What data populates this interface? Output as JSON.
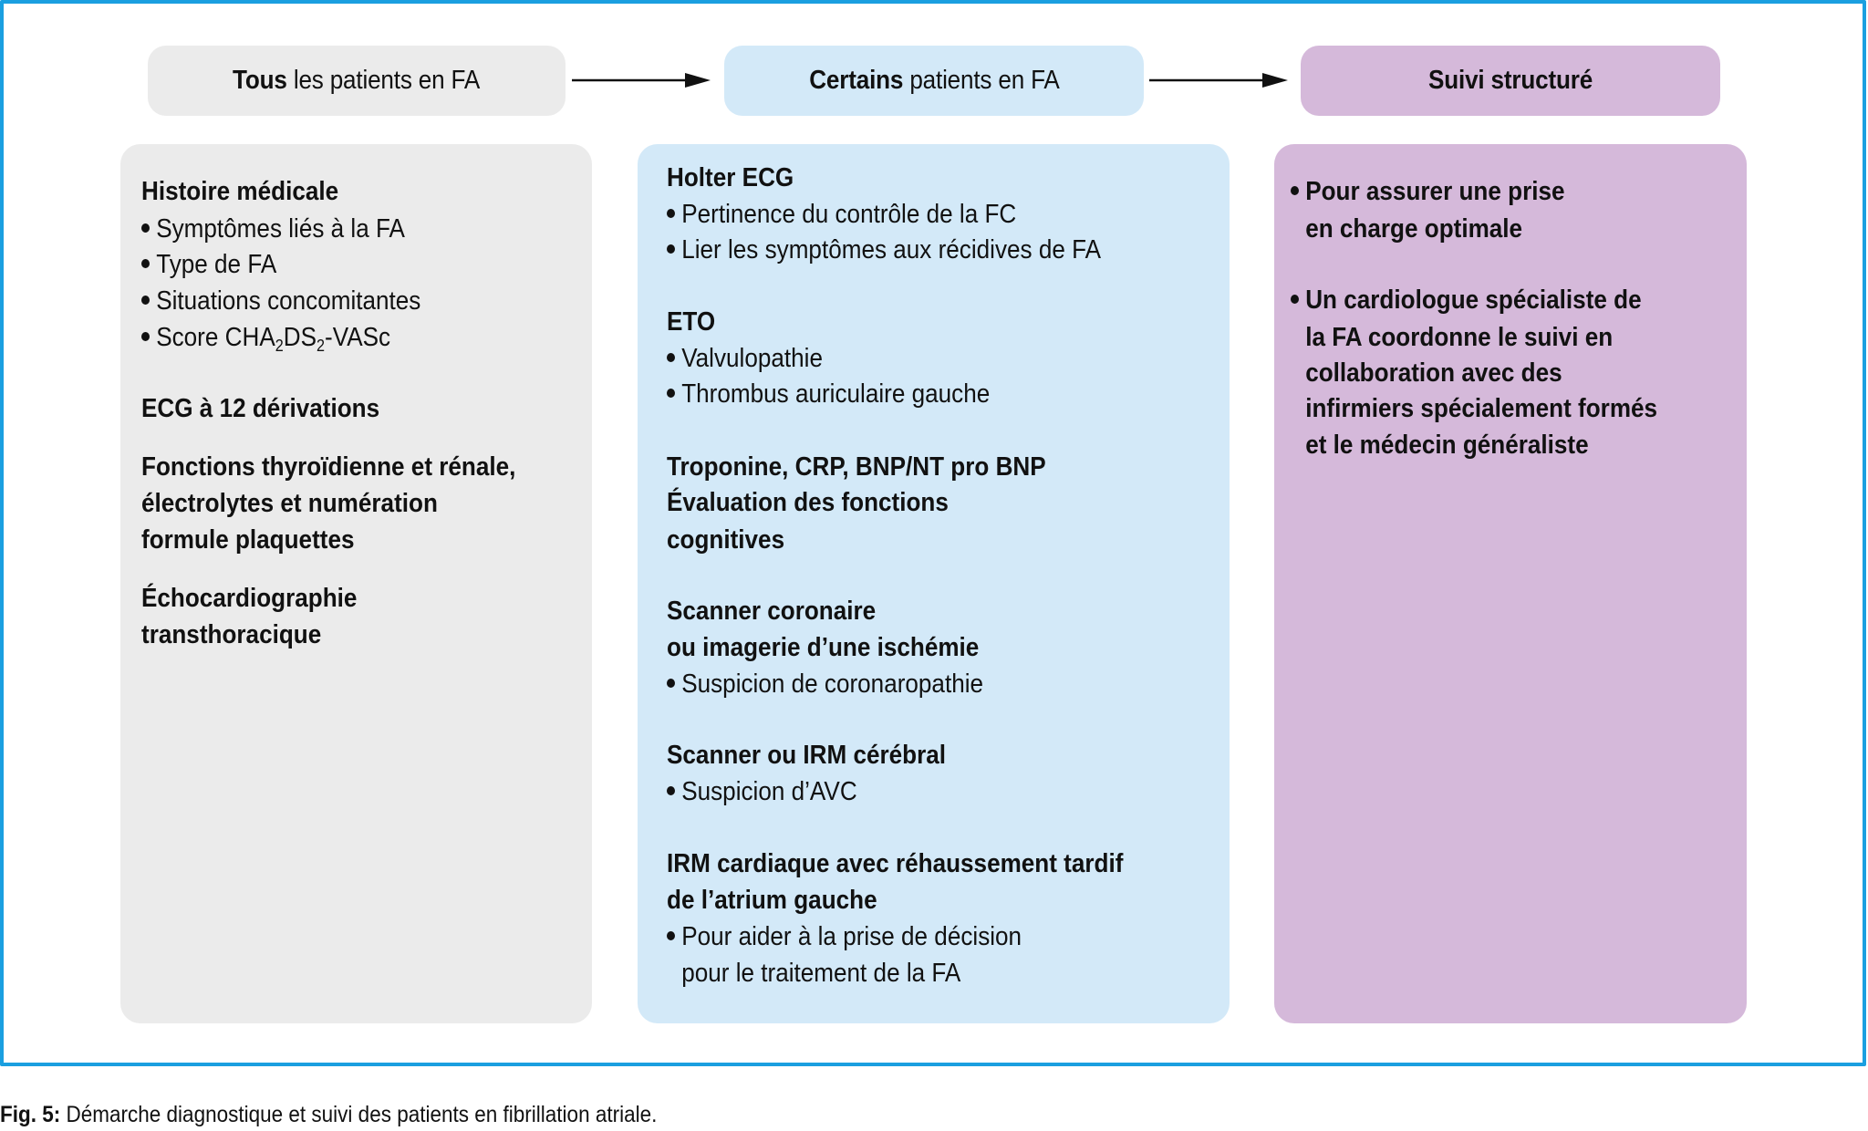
{
  "colors": {
    "frame_border": "#1a9fe0",
    "all_patients_fill": "#ebebeb",
    "some_patients_fill": "#d3e9f8",
    "follow_up_fill": "#d5b9da",
    "text": "#111111"
  },
  "headers": [
    {
      "bold": "Tous",
      "rest": " les patients en FA"
    },
    {
      "bold": "Certains",
      "rest": " patients en FA"
    },
    {
      "bold": "Suivi structuré",
      "rest": ""
    }
  ],
  "arrows": [
    "arrow-right-icon",
    "arrow-right-icon"
  ],
  "column_all": {
    "history_title": "Histoire médicale",
    "history_items": [
      "Symptômes liés à la FA",
      "Type de FA",
      "Situations concomitantes"
    ],
    "score": {
      "prefix": "Score CHA",
      "sub1": "2",
      "mid": "DS",
      "sub2": "2",
      "suffix": "-VASc"
    },
    "ecg": "ECG à 12 dérivations",
    "labs_lines": [
      "Fonctions thyroïdienne et rénale,",
      "électrolytes et numération",
      "formule plaquettes"
    ],
    "echo_lines": [
      "Échocardiographie",
      "transthoracique"
    ]
  },
  "column_some": {
    "holter_title": "Holter ECG",
    "holter_items": [
      "Pertinence du contrôle de la FC",
      "Lier les symptômes aux récidives de FA"
    ],
    "eto_title": "ETO",
    "eto_items": [
      "Valvulopathie",
      "Thrombus auriculaire gauche"
    ],
    "biomarkers_lines": [
      "Troponine, CRP, BNP/NT pro BNP",
      "Évaluation des fonctions",
      "cognitives"
    ],
    "coronary_lines": [
      "Scanner coronaire",
      "ou imagerie d’une ischémie"
    ],
    "coronary_item": "Suspicion de coronaropathie",
    "brain_title": "Scanner ou IRM cérébral",
    "brain_item": "Suspicion d’AVC",
    "cmr_lines": [
      "IRM cardiaque avec réhaussement tardif",
      "de l’atrium gauche"
    ],
    "cmr_item_lines": [
      "Pour aider à la prise de décision",
      "pour le traitement de la FA"
    ]
  },
  "column_follow": {
    "item1_lines": [
      "Pour assurer une prise",
      "en charge optimale"
    ],
    "item2_lines": [
      "Un cardiologue spécialiste de",
      "la FA coordonne le suivi en",
      "collaboration avec des",
      "infirmiers spécialement formés",
      "et le médecin généraliste"
    ]
  },
  "caption": {
    "label": "Fig. 5:",
    "text": " Démarche diagnostique et suivi des patients en fibrillation atriale."
  }
}
